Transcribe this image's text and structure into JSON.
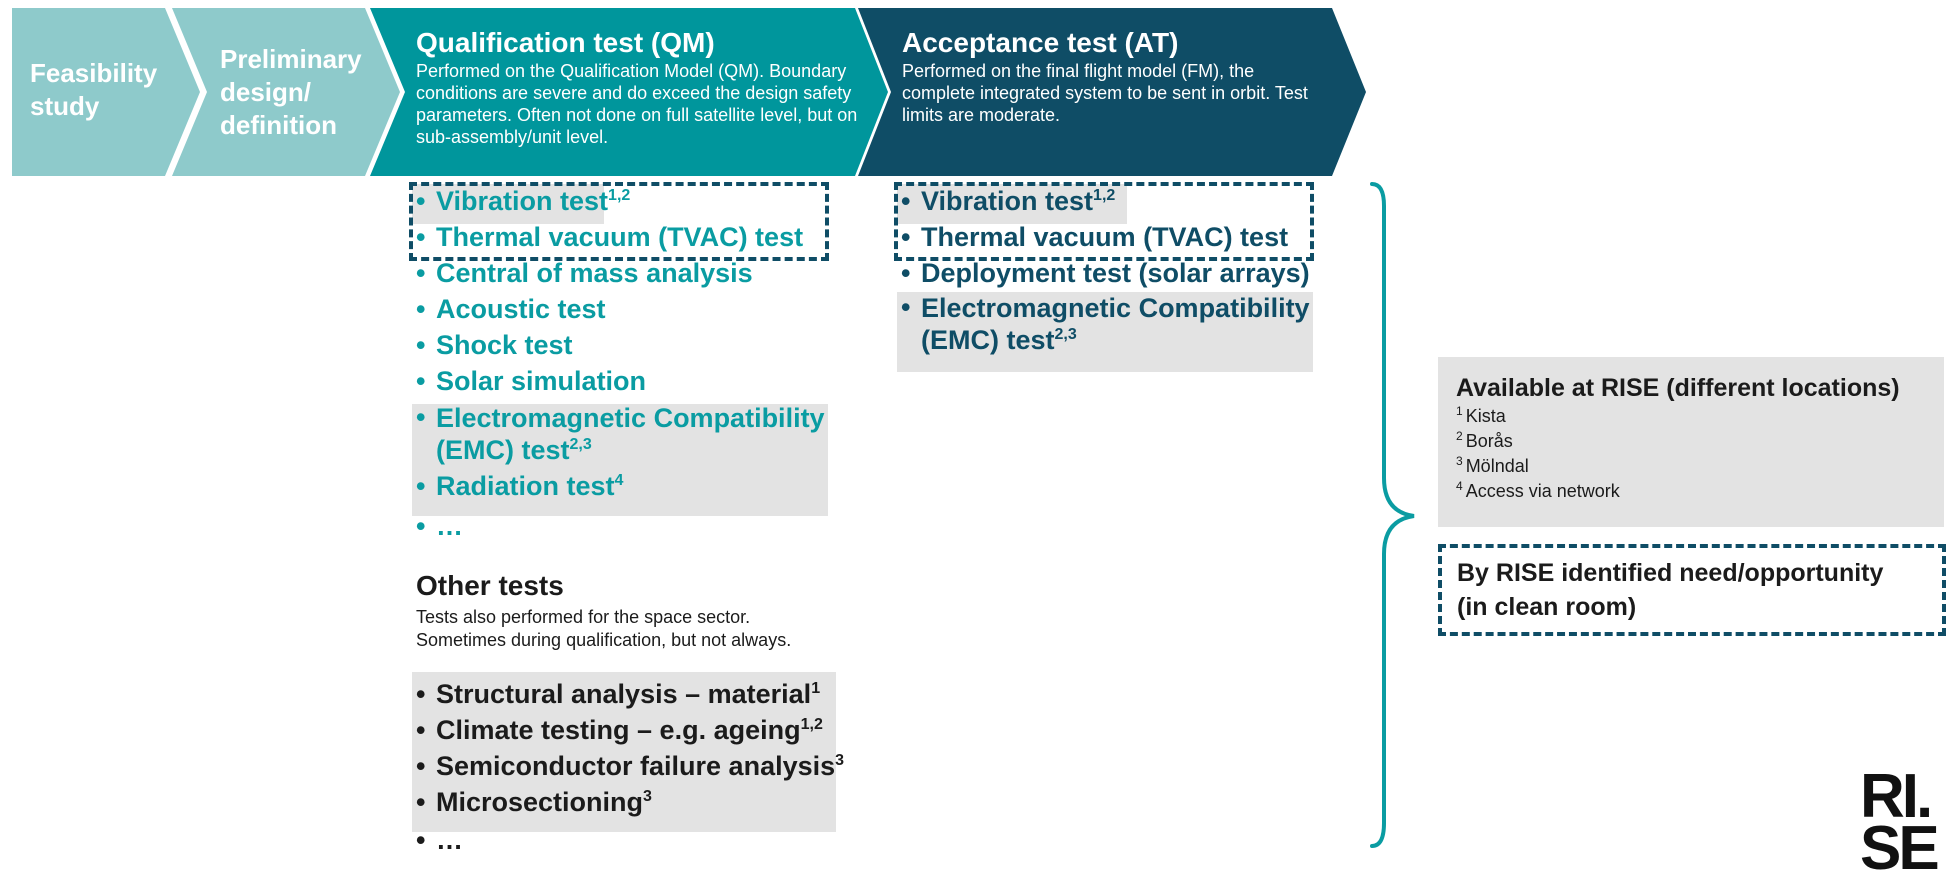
{
  "phases": [
    {
      "label": "Feasibility\nstudy"
    },
    {
      "label": "Preliminary\ndesign/\ndefinition"
    },
    {
      "title": "Qualification test (QM)",
      "description": "Performed on the Qualification Model (QM). Boundary conditions are severe and do exceed the design safety parameters. Often not done on full satellite level, but on sub-assembly/unit level."
    },
    {
      "title": "Acceptance test (AT)",
      "description": "Performed on the final flight model (FM), the complete integrated system to be sent in orbit. Test limits are moderate."
    }
  ],
  "qm_tests": [
    {
      "text": "Vibration test",
      "sup": "1,2"
    },
    {
      "text": "Thermal vacuum (TVAC) test",
      "sup": ""
    },
    {
      "text": "Central of mass analysis",
      "sup": ""
    },
    {
      "text": "Acoustic test",
      "sup": ""
    },
    {
      "text": "Shock test",
      "sup": ""
    },
    {
      "text": "Solar simulation",
      "sup": ""
    },
    {
      "text": "Electromagnetic Compatibility\n(EMC) test",
      "sup": "2,3"
    },
    {
      "text": "Radiation test",
      "sup": "4"
    },
    {
      "text": "…",
      "sup": ""
    }
  ],
  "at_tests": [
    {
      "text": "Vibration test",
      "sup": "1,2"
    },
    {
      "text": "Thermal vacuum (TVAC) test",
      "sup": ""
    },
    {
      "text": "Deployment test (solar arrays)",
      "sup": ""
    },
    {
      "text": "Electromagnetic Compatibility\n(EMC) test",
      "sup": "2,3"
    }
  ],
  "other": {
    "title": "Other tests",
    "description": "Tests also performed for the space sector.\nSometimes during qualification, but not always.",
    "tests": [
      {
        "text": "Structural analysis – material",
        "sup": "1"
      },
      {
        "text": "Climate testing – e.g. ageing",
        "sup": "1,2"
      },
      {
        "text": "Semiconductor failure analysis",
        "sup": "3"
      },
      {
        "text": "Microsectioning",
        "sup": "3"
      },
      {
        "text": "…",
        "sup": ""
      }
    ]
  },
  "legend": {
    "title": "Available at RISE (different locations)",
    "items": [
      {
        "num": "1",
        "text": "Kista"
      },
      {
        "num": "2",
        "text": "Borås"
      },
      {
        "num": "3",
        "text": "Mölndal"
      },
      {
        "num": "4",
        "text": "Access via network"
      }
    ],
    "need": "By RISE identified need/opportunity\n(in clean room)"
  },
  "logo": "RI.\nSE",
  "colors": {
    "phase1": "#8ecacb",
    "phase2": "#8ecacb",
    "qm": "#00969c",
    "at": "#0f4d66",
    "teal_text": "#0a9ca2",
    "navy_text": "#0f4d66",
    "gray_box": "#e3e3e3"
  }
}
